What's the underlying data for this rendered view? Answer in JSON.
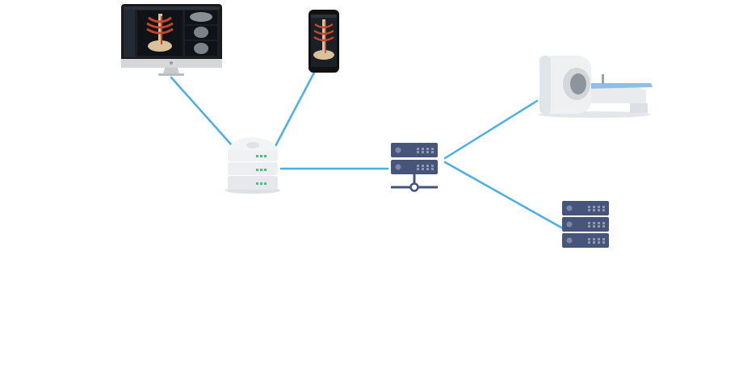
{
  "colors": {
    "link": "#4aaee8",
    "server_dark": "#48557a",
    "server_light": "#f0f1f3",
    "led_green": "#3fc67f",
    "scanner_accent": "#8fbfe6",
    "viewer_bg": "#1b1f26",
    "bone": "#d9c19a",
    "vessel": "#c0462e"
  },
  "nodes": [
    {
      "id": "workstation",
      "icon": "imac-viewer-icon"
    },
    {
      "id": "mobile",
      "icon": "smartphone-viewer-icon"
    },
    {
      "id": "edge-server",
      "icon": "white-server-icon"
    },
    {
      "id": "network-server",
      "icon": "network-server-icon"
    },
    {
      "id": "ct-scanner",
      "icon": "ct-scanner-icon"
    },
    {
      "id": "storage",
      "icon": "server-stack-icon"
    }
  ],
  "links": [
    {
      "from": "workstation",
      "to": "edge-server"
    },
    {
      "from": "mobile",
      "to": "edge-server"
    },
    {
      "from": "edge-server",
      "to": "network-server"
    },
    {
      "from": "network-server",
      "to": "ct-scanner"
    },
    {
      "from": "network-server",
      "to": "storage"
    }
  ]
}
